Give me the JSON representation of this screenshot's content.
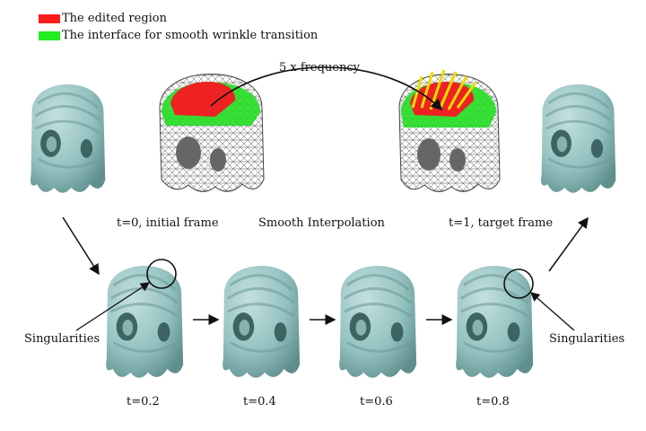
{
  "legend": [
    {
      "label": "The edited region",
      "color": "#ff1a1a"
    },
    {
      "label": "The interface for smooth wrinkle transition",
      "color": "#22ee22"
    }
  ],
  "annotations": {
    "frequency": "5 x frequency",
    "initial": "t=0, initial frame",
    "interp": "Smooth Interpolation",
    "target": "t=1, target frame",
    "singularities_left": "Singularities",
    "singularities_right": "Singularities"
  },
  "frames": [
    "t=0.2",
    "t=0.4",
    "t=0.6",
    "t=0.8"
  ],
  "colors": {
    "mesh_teal": "#96c4c2",
    "wire": "#333333",
    "wire_yellow": "#e6e600"
  }
}
